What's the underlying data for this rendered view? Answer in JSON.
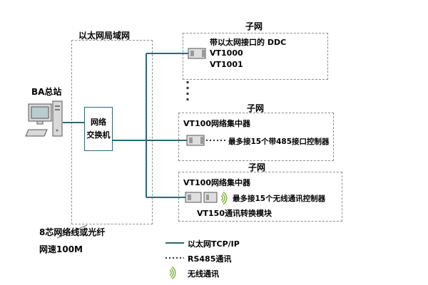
{
  "colors": {
    "line": "#2b6777",
    "rs485": "#333333",
    "wireless": "#7fb43c",
    "pointer": "#666666"
  },
  "lan": {
    "label": "以太网局域网"
  },
  "station": {
    "label": "BA总站"
  },
  "switch": {
    "label_line1": "网络",
    "label_line2": "交换机"
  },
  "subnets": [
    {
      "title": "子网",
      "lines": [
        "带以太网接口的 DDC",
        "VT1000",
        "VT1001"
      ]
    },
    {
      "title": "子网",
      "name": "VT100网络集中器",
      "note": "最多接15个带485接口控制器"
    },
    {
      "title": "子网",
      "name": "VT100网络集中器",
      "note": "最多接15个无线通讯控制器",
      "module": "VT150通讯转换模块"
    }
  ],
  "cable_notes": {
    "line1": "8芯网络线或光纤",
    "line2": "网速100M"
  },
  "legend": [
    {
      "label": "以太网TCP/IP"
    },
    {
      "label": "RS485通讯"
    },
    {
      "label": "无线通讯"
    }
  ]
}
